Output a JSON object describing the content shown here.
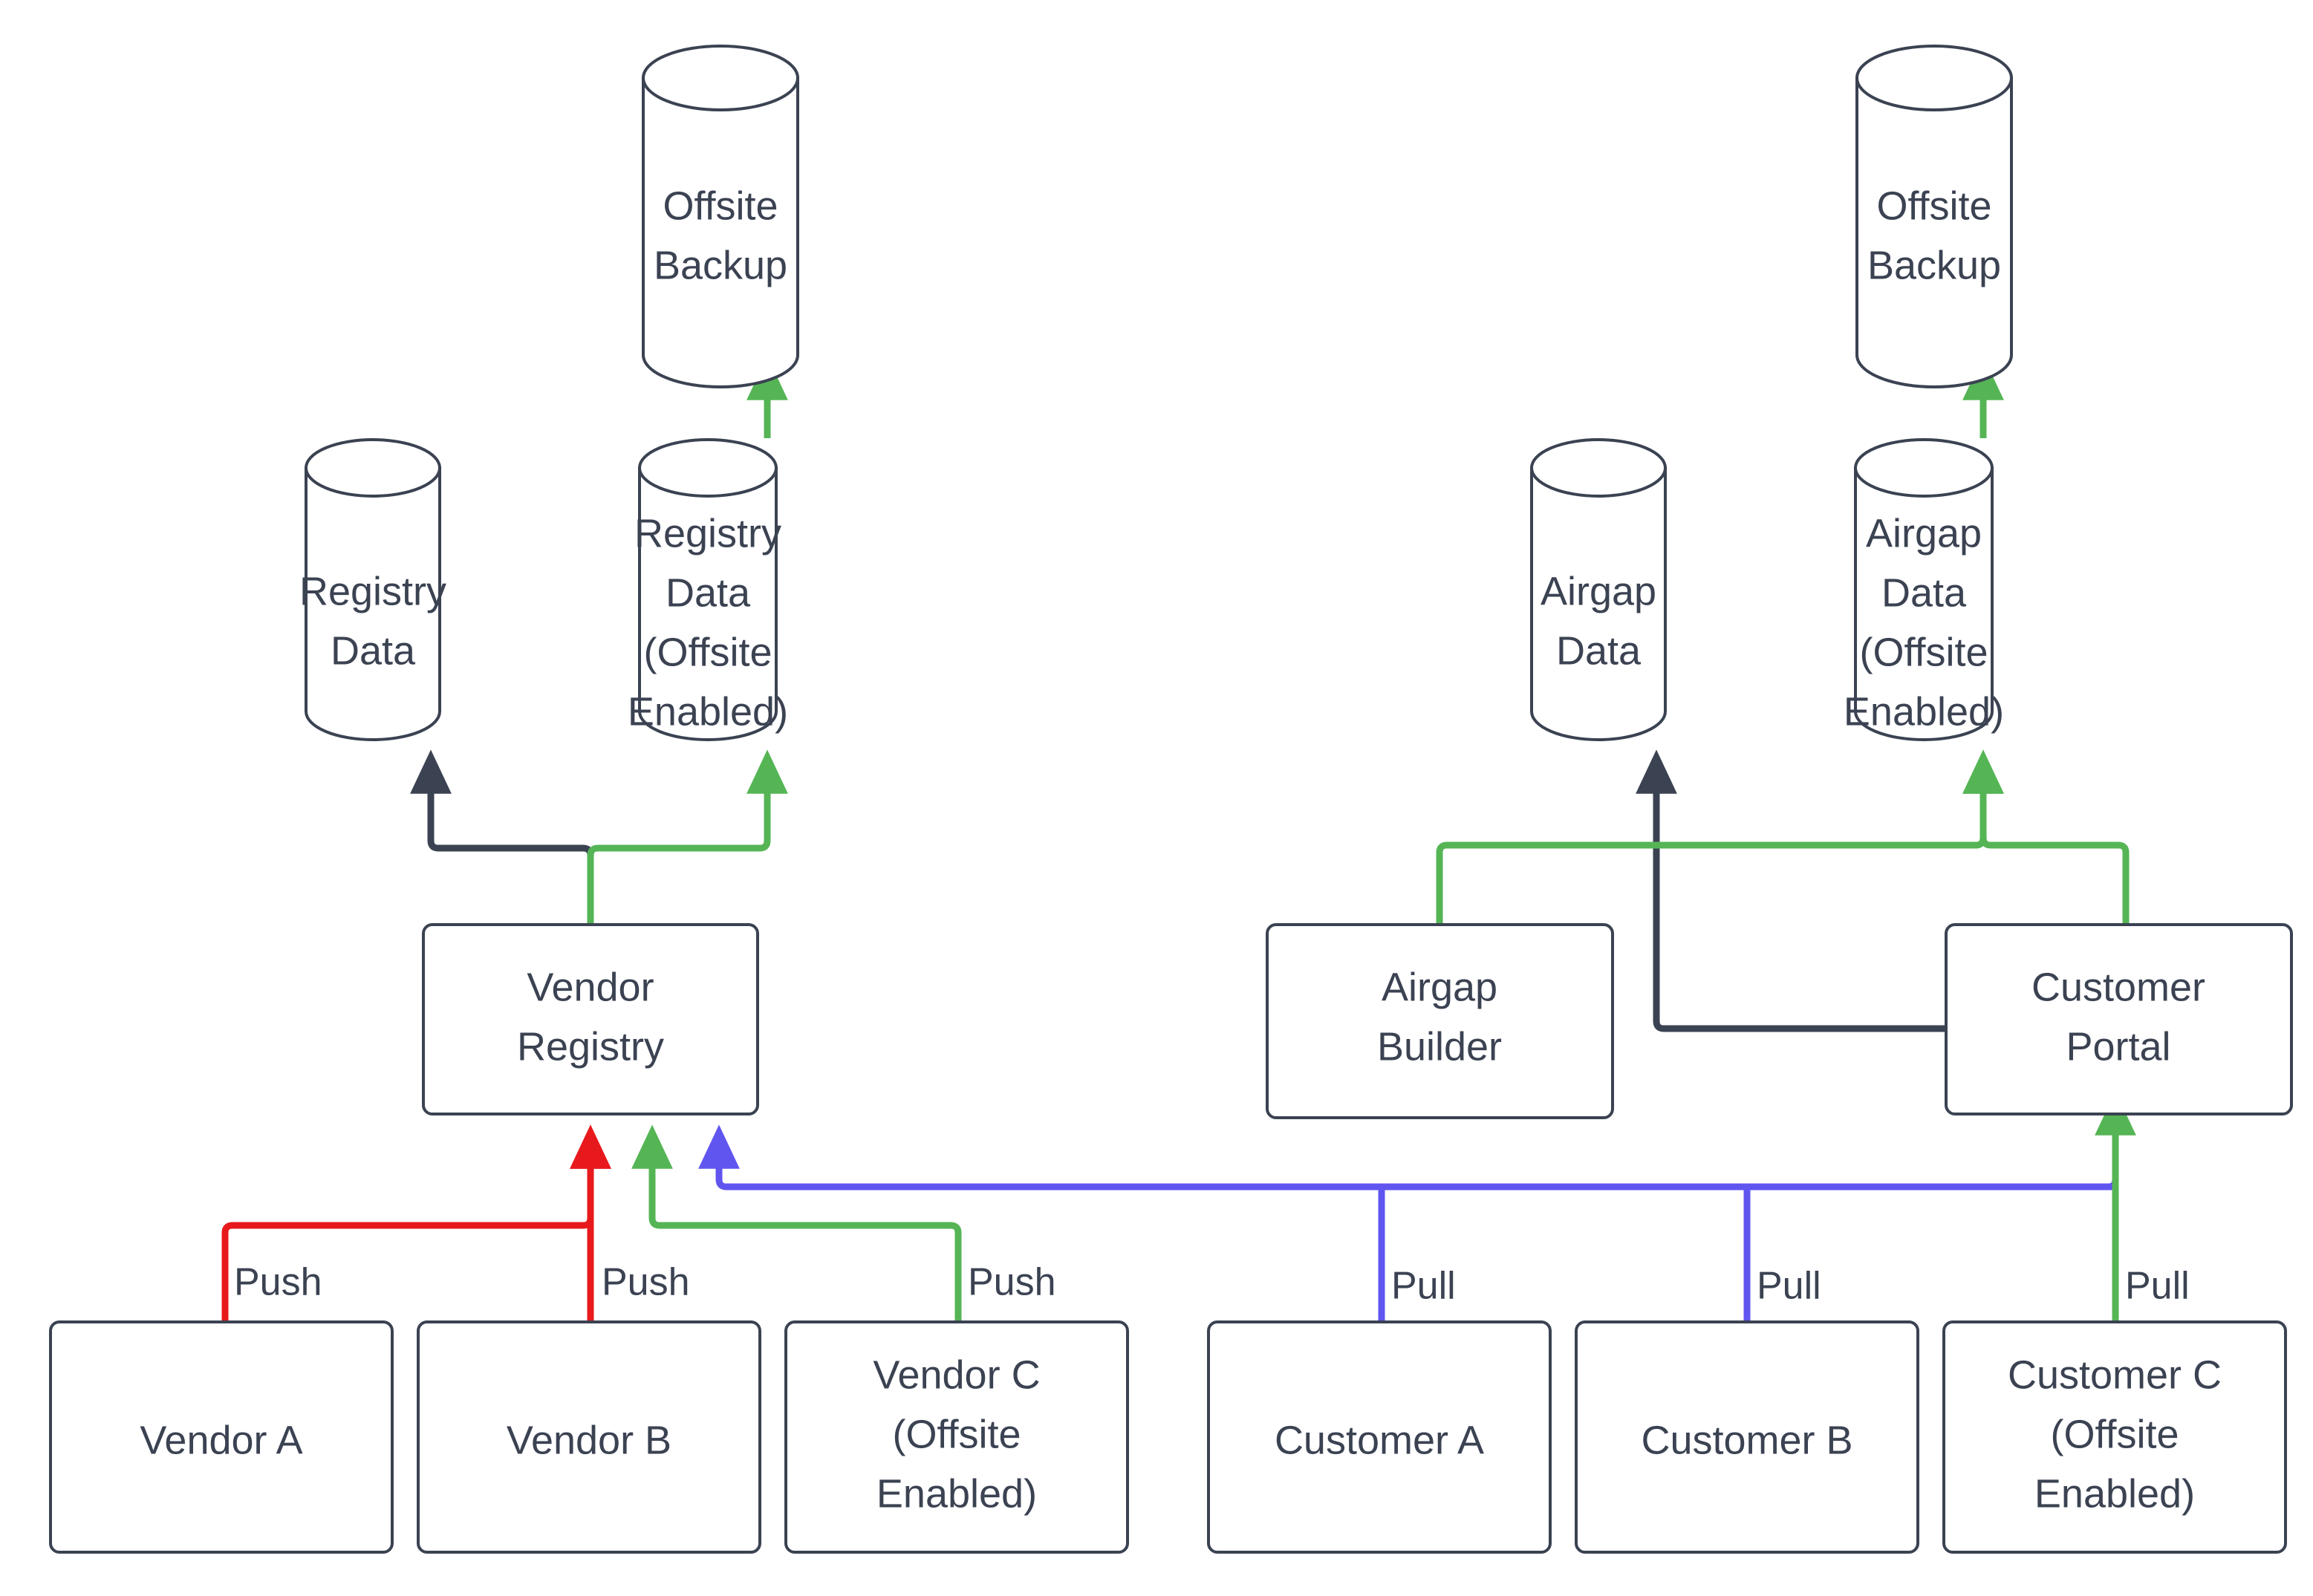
{
  "diagram": {
    "type": "flowchart",
    "title": "",
    "colors": {
      "stroke": "#3b4252",
      "text": "#3b4252",
      "background": "#ffffff",
      "green": "#55b555",
      "red": "#e8191c",
      "blue": "#6155f0",
      "dark": "#3b4252"
    },
    "nodes": [
      {
        "id": "offsite_backup_left",
        "shape": "cylinder",
        "lines": [
          "Offsite",
          "Backup"
        ]
      },
      {
        "id": "registry_data",
        "shape": "cylinder",
        "lines": [
          "Registry",
          "Data"
        ]
      },
      {
        "id": "registry_data_offsite",
        "shape": "cylinder",
        "lines": [
          "Registry",
          "Data",
          "(Offsite",
          "Enabled)"
        ]
      },
      {
        "id": "vendor_registry",
        "shape": "box",
        "lines": [
          "Vendor",
          "Registry"
        ]
      },
      {
        "id": "vendor_a",
        "shape": "box",
        "lines": [
          "Vendor A"
        ]
      },
      {
        "id": "vendor_b",
        "shape": "box",
        "lines": [
          "Vendor B"
        ]
      },
      {
        "id": "vendor_c",
        "shape": "box",
        "lines": [
          "Vendor C",
          "(Offsite",
          "Enabled)"
        ]
      },
      {
        "id": "offsite_backup_right",
        "shape": "cylinder",
        "lines": [
          "Offsite",
          "Backup"
        ]
      },
      {
        "id": "airgap_data",
        "shape": "cylinder",
        "lines": [
          "Airgap",
          "Data"
        ]
      },
      {
        "id": "airgap_data_offsite",
        "shape": "cylinder",
        "lines": [
          "Airgap",
          "Data",
          "(Offsite",
          "Enabled)"
        ]
      },
      {
        "id": "airgap_builder",
        "shape": "box",
        "lines": [
          "Airgap",
          "Builder"
        ]
      },
      {
        "id": "customer_portal",
        "shape": "box",
        "lines": [
          "Customer",
          "Portal"
        ]
      },
      {
        "id": "customer_a",
        "shape": "box",
        "lines": [
          "Customer A"
        ]
      },
      {
        "id": "customer_b",
        "shape": "box",
        "lines": [
          "Customer B"
        ]
      },
      {
        "id": "customer_c",
        "shape": "box",
        "lines": [
          "Customer C",
          "(Offsite",
          "Enabled)"
        ]
      }
    ],
    "edges": [
      {
        "from": "vendor_a",
        "to": "vendor_registry",
        "label": "Push",
        "color": "red"
      },
      {
        "from": "vendor_b",
        "to": "vendor_registry",
        "label": "Push",
        "color": "red"
      },
      {
        "from": "vendor_c",
        "to": "vendor_registry",
        "label": "Push",
        "color": "green"
      },
      {
        "from": "customer_portal",
        "to": "vendor_registry",
        "label": "",
        "color": "blue"
      },
      {
        "from": "vendor_registry",
        "to": "registry_data",
        "label": "",
        "color": "dark"
      },
      {
        "from": "vendor_registry",
        "to": "registry_data_offsite",
        "label": "",
        "color": "green"
      },
      {
        "from": "registry_data_offsite",
        "to": "offsite_backup_left",
        "label": "",
        "color": "green"
      },
      {
        "from": "customer_a",
        "to": "customer_portal",
        "label": "Pull",
        "color": "blue"
      },
      {
        "from": "customer_b",
        "to": "customer_portal",
        "label": "Pull",
        "color": "blue"
      },
      {
        "from": "customer_c",
        "to": "customer_portal",
        "label": "Pull",
        "color": "green"
      },
      {
        "from": "customer_portal",
        "to": "airgap_data",
        "label": "",
        "color": "dark"
      },
      {
        "from": "airgap_builder",
        "to": "airgap_data_offsite",
        "label": "",
        "color": "green"
      },
      {
        "from": "customer_portal",
        "to": "airgap_data_offsite",
        "label": "",
        "color": "green"
      },
      {
        "from": "airgap_data_offsite",
        "to": "offsite_backup_right",
        "label": "",
        "color": "green"
      }
    ],
    "labels": {
      "push_1": "Push",
      "push_2": "Push",
      "push_3": "Push",
      "pull_1": "Pull",
      "pull_2": "Pull",
      "pull_3": "Pull"
    },
    "text": {
      "offsite": "Offsite",
      "backup": "Backup",
      "registry": "Registry",
      "data": "Data",
      "offsite_open": "(Offsite",
      "enabled_close": "Enabled)",
      "vendor": "Vendor",
      "vendor_a": "Vendor A",
      "vendor_b": "Vendor B",
      "vendor_c": "Vendor C",
      "airgap": "Airgap",
      "builder": "Builder",
      "customer": "Customer",
      "portal": "Portal",
      "customer_a": "Customer A",
      "customer_b": "Customer B",
      "customer_c": "Customer C"
    }
  }
}
